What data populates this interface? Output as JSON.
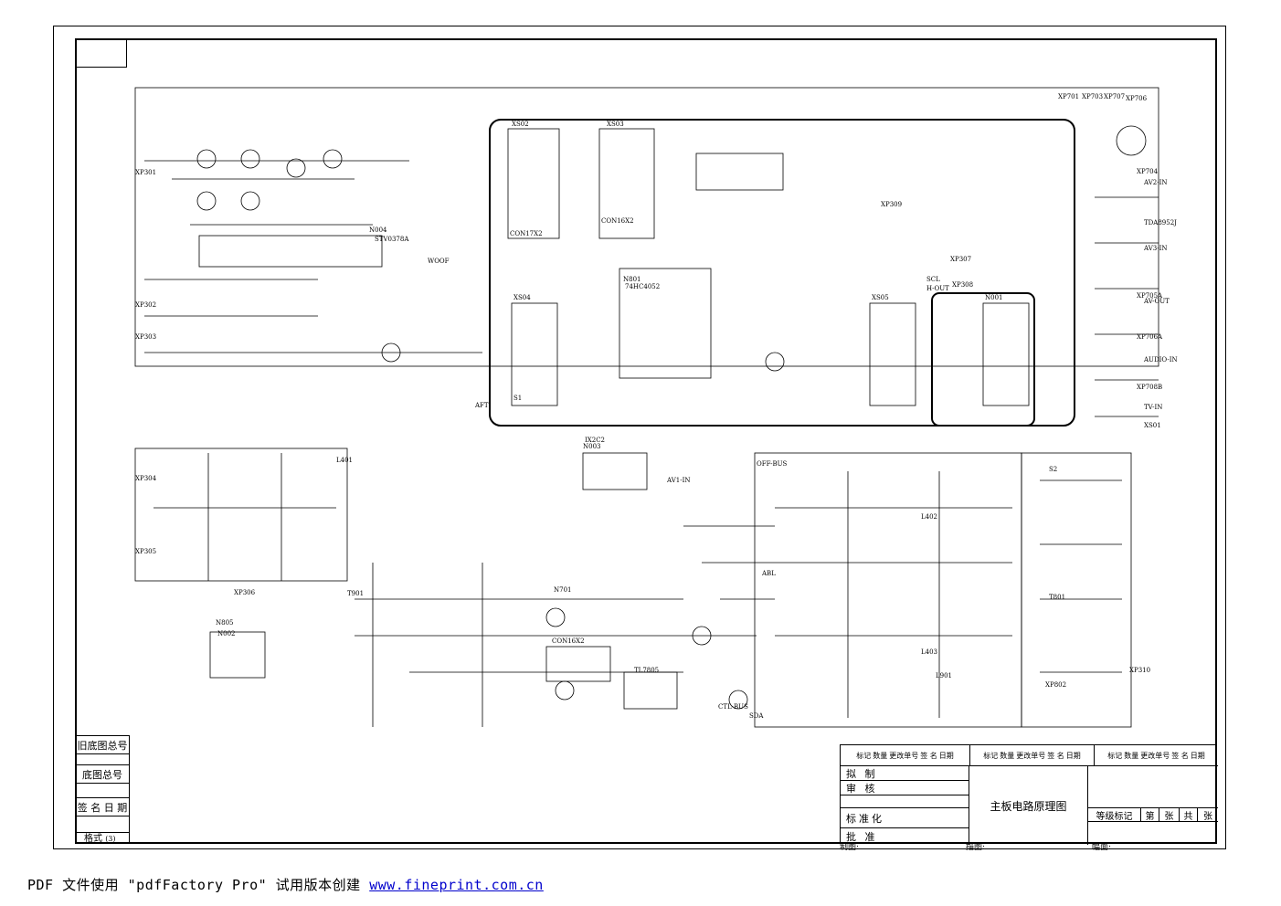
{
  "diagram": {
    "title": "主板电路原理图",
    "labels": [
      "XP301",
      "XP302",
      "XP303",
      "XP304",
      "XP305",
      "XP306",
      "XP307",
      "XP308",
      "XP309",
      "XP310",
      "XP701",
      "XP703",
      "XP704",
      "XP705A",
      "XP706",
      "XP706A",
      "XP707",
      "XP708B",
      "XP802",
      "XS01",
      "XS02",
      "XS03",
      "XS04",
      "XS05",
      "N001",
      "N002",
      "N003",
      "N004",
      "N701",
      "N801",
      "N805",
      "CON16X2",
      "CON17X2",
      "CON16X2",
      "S1",
      "S2",
      "T801",
      "T901",
      "L401",
      "L402",
      "L403",
      "L901",
      "AV1-IN",
      "AV2-IN",
      "AV3-IN",
      "AV-OUT",
      "AUDIO-IN",
      "TV-IN",
      "TDA8952J",
      "STV0378A",
      "IX2C2",
      "74HC4052",
      "TL7805",
      "CTL-BUS",
      "WOOF",
      "AFT",
      "OFF-BUS",
      "SDA",
      "SCL",
      "H-OUT",
      "ABL"
    ]
  },
  "side_table": {
    "old_base": "旧底图总号",
    "base": "底图总号",
    "sign_date": "签 名 日 期",
    "format_label": "格式",
    "format_value": "(3)"
  },
  "title_block": {
    "header": [
      "标记",
      "数量",
      "更改单号",
      "签 名",
      "日期",
      "标记",
      "数量",
      "更改单号",
      "签 名",
      "日期",
      "标记",
      "数量",
      "更改单号",
      "签 名",
      "日期"
    ],
    "roles": [
      "拟  制",
      "审  核",
      "",
      "标准化",
      "批  准"
    ],
    "drawing_name": "主板电路原理图",
    "grade_cells": [
      "等级标记",
      "第",
      "张",
      "共",
      "张"
    ],
    "footer": [
      "制图:",
      "描图:",
      "幅面:"
    ]
  },
  "note": {
    "text": "PDF 文件使用 \"pdfFactory Pro\" 试用版本创建 ",
    "link": "www.fineprint.com.cn"
  }
}
